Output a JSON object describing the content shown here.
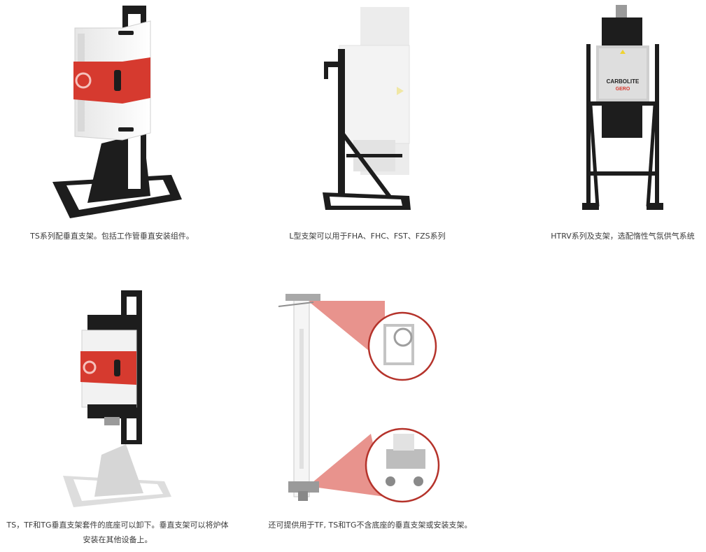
{
  "products": [
    {
      "caption": "TS系列配垂直支架。包括工作管垂直安装组件。"
    },
    {
      "caption": "L型支架可以用于FHA、FHC、FST、FZS系列"
    },
    {
      "caption": "HTRV系列及支架，选配惰性气氛供气系统",
      "logo_line1": "CARBOLITE",
      "logo_line2": "GERO"
    },
    {
      "caption_line1": "TS，TF和TG垂直支架套件的底座可以卸下。垂直支架可以将炉体",
      "caption_line2": "安装在其他设备上。"
    },
    {
      "caption": "还可提供用于TF, TS和TG不含底座的垂直支架或安装支架。"
    }
  ],
  "colors": {
    "accent_red": "#d63a2f",
    "frame_black": "#1d1d1d",
    "body_white": "#f2f2f2",
    "callout_ring": "#b5332b"
  }
}
